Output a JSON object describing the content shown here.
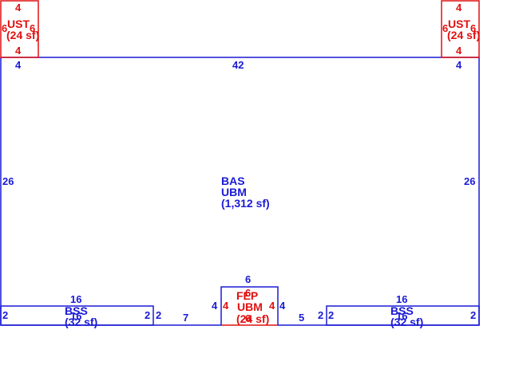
{
  "colors": {
    "main_area": "#1a1ad6",
    "other_area": "#e01010"
  },
  "areas": {
    "bas": {
      "code": "BAS",
      "type": "UBM",
      "area": "(1,312 sf)",
      "dims": {
        "top": "42",
        "left": "26",
        "right": "26",
        "top_left_seg": "4",
        "top_right_seg": "4"
      }
    },
    "ust_left": {
      "code": "UST",
      "area": "(24 sf)",
      "dims": {
        "top": "4",
        "bottom": "4",
        "left": "6",
        "right": "6"
      }
    },
    "ust_right": {
      "code": "UST",
      "area": "(24 sf)",
      "dims": {
        "top": "4",
        "bottom": "4",
        "left": "6",
        "right": "6"
      }
    },
    "fep": {
      "code": "FEP",
      "type": "UBM",
      "area": "(24 sf)",
      "dims": {
        "top_blue": "6",
        "top_red": "6",
        "bottom": "6",
        "left_red": "4",
        "right_red": "4",
        "left_blue": "4",
        "right_blue": "4"
      }
    },
    "bss_left": {
      "code": "BSS",
      "area": "(32 sf)",
      "dims": {
        "top": "16",
        "bottom": "16",
        "left": "2",
        "right": "2"
      }
    },
    "bss_right": {
      "code": "BSS",
      "area": "(32 sf)",
      "dims": {
        "top": "16",
        "bottom": "16",
        "left": "2",
        "right": "2"
      }
    },
    "bottom_edge": {
      "seg_left_inner": "2",
      "seg_left_mid": "7",
      "seg_right_mid": "5",
      "seg_right_inner": "2"
    }
  }
}
